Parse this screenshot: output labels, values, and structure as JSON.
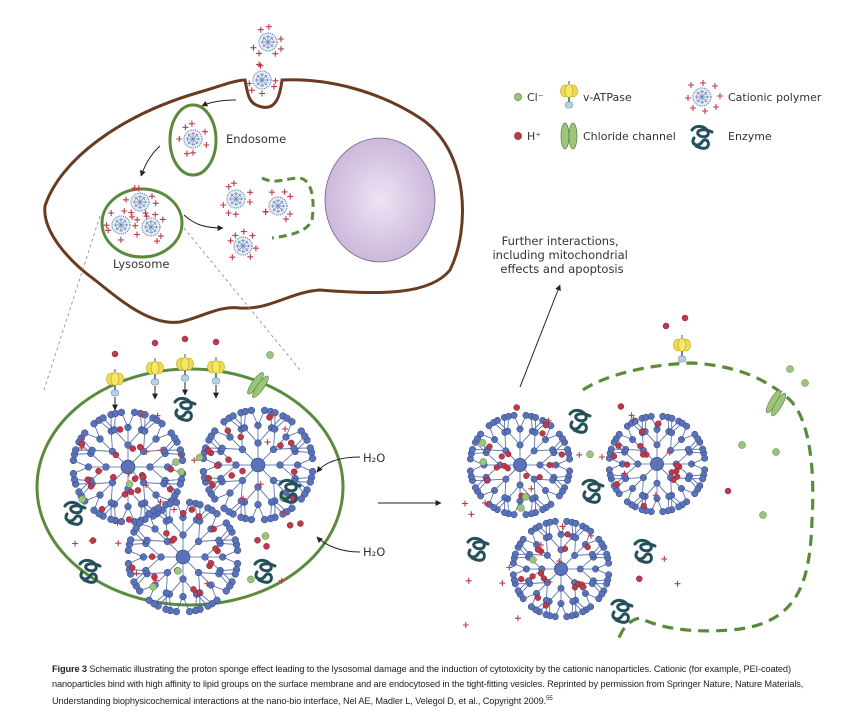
{
  "legend": {
    "cl_label": "Cl⁻",
    "h_label": "H⁺",
    "vatpase_label": "v-ATPase",
    "chloride_channel_label": "Chloride channel",
    "cationic_polymer_label": "Cationic polymer",
    "enzyme_label": "Enzyme"
  },
  "labels": {
    "endosome": "Endosome",
    "lysosome": "Lysosome",
    "h2o_top": "H₂O",
    "h2o_bottom": "H₂O",
    "further_line1": "Further interactions,",
    "further_line2": "including mitochondrial",
    "further_line3": "effects and apoptosis"
  },
  "colors": {
    "cell_membrane": "#6b3a22",
    "vesicle_membrane": "#5a8a3c",
    "nucleus": "#d8c8e4",
    "polymer_bead": "#5a72b8",
    "proton": "#c0394a",
    "chloride": "#9cc47a",
    "enzyme": "#24505c",
    "vatpase": "#f0dc50"
  },
  "caption": {
    "figure_label": "Figure 3",
    "text": " Schematic illustrating the proton sponge effect leading to the lysosomal damage and the induction of cytotoxicity by the cationic nanoparticles. Cationic (for example, PEI-coated) nanoparticles bind with high affinity to lipid groups on the surface membrane and are endocytosed in the tight-fitting vesicles. Reprinted by permission from Springer Nature, Nature Materials, Understanding biophysicochemical interactions at the nano-bio interface, Nel AE, Madler L, Velegol D, et al., Copyright 2009.",
    "ref": "55"
  }
}
